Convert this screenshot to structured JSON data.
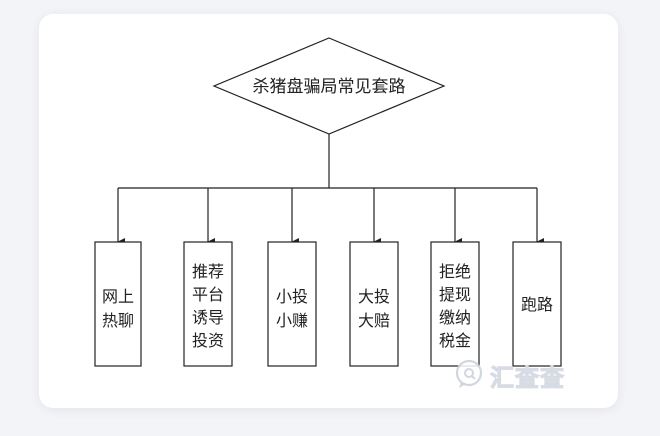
{
  "diagram": {
    "root": {
      "label": "杀猪盘骗局常见套路"
    },
    "children": [
      {
        "lines": [
          "网上",
          "热聊"
        ]
      },
      {
        "lines": [
          "推荐",
          "平台",
          "诱导",
          "投资"
        ]
      },
      {
        "lines": [
          "小投",
          "小赚"
        ]
      },
      {
        "lines": [
          "大投",
          "大赔"
        ]
      },
      {
        "lines": [
          "拒绝",
          "提现",
          "缴纳",
          "税金"
        ]
      },
      {
        "lines": [
          "跑路"
        ]
      }
    ]
  },
  "watermark": {
    "text": "汇查查",
    "icon": "chat-bubble-icon"
  },
  "colors": {
    "stroke": "#222222",
    "background": "#f3f4f8",
    "card": "#ffffff"
  }
}
